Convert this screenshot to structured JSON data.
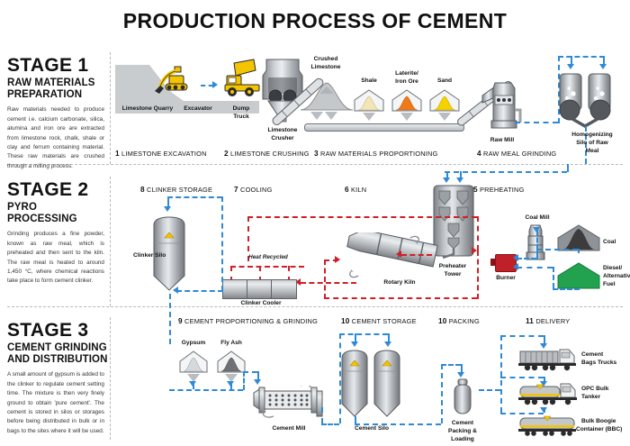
{
  "title": "PRODUCTION PROCESS OF CEMENT",
  "colors": {
    "blue_flow": "#2f8ad6",
    "red_flow": "#cf2027",
    "yellow_machine": "#f5c400",
    "green_fuel": "#22a14f",
    "coal_dark": "#3c3c3c",
    "burner_red": "#c0202a",
    "laterite_orange": "#ee7a18",
    "sand_yellow": "#f5d100",
    "shale_cream": "#f2e6b8",
    "divider": "#b9b9b9"
  },
  "stages": [
    {
      "number": "STAGE 1",
      "subtitle_line1": "RAW MATERIALS",
      "subtitle_line2": "PREPARATION",
      "body": "Raw materials needed to produce cement i.e. calcium carbonate, silica, alumina and iron ore are extracted from limestone rock, chalk, shale or clay and ferrum containing material. These raw materials are crushed through a milling process."
    },
    {
      "number": "STAGE 2",
      "subtitle_line1": "PYRO",
      "subtitle_line2": "PROCESSING",
      "body": "Grinding produces a fine powder, known as raw meal, which is preheated and then sent to the kiln. The raw meal is heated to around 1,450 °C, where chemical reactions take place to form cement clinker."
    },
    {
      "number": "STAGE 3",
      "subtitle_line1": "CEMENT GRINDING",
      "subtitle_line2": "AND DISTRIBUTION",
      "body": "A small amount of gypsum is added to the clinker to regulate cement setting time. The mixture is then very finely ground to obtain 'pure cement'. The cement is stored in silos or storages before being distributed in bulk or in bags to the sites where it will be used."
    }
  ],
  "steps": [
    {
      "num": "1",
      "label": "LIMESTONE EXCAVATION"
    },
    {
      "num": "2",
      "label": "LIMESTONE CRUSHING"
    },
    {
      "num": "3",
      "label": "RAW MATERIALS PROPORTIONING"
    },
    {
      "num": "4",
      "label": "RAW MEAL GRINDING"
    },
    {
      "num": "5",
      "label": "PREHEATING"
    },
    {
      "num": "6",
      "label": "KILN"
    },
    {
      "num": "7",
      "label": "COOLING"
    },
    {
      "num": "8",
      "label": "CLINKER STORAGE"
    },
    {
      "num": "9",
      "label": "CEMENT PROPORTIONING & GRINDING"
    },
    {
      "num": "10",
      "label": "CEMENT STORAGE"
    },
    {
      "num": "10",
      "label": "PACKING"
    },
    {
      "num": "11",
      "label": "DELIVERY"
    }
  ],
  "captions": {
    "limestone_quarry": "Limestone Quarry",
    "excavator": "Excavator",
    "dump_truck": "Dump\nTruck",
    "dump_truck_l1": "Dump",
    "dump_truck_l2": "Truck",
    "limestone_crusher_l1": "Limestone",
    "limestone_crusher_l2": "Crusher",
    "crushed_limestone_l1": "Crushed",
    "crushed_limestone_l2": "Limestone",
    "shale": "Shale",
    "laterite_l1": "Laterite/",
    "laterite_l2": "Iron Ore",
    "sand": "Sand",
    "raw_mill": "Raw Mill",
    "homogenizing_l1": "Homogenizing",
    "homogenizing_l2": "Silo of Raw",
    "homogenizing_l3": "Meal",
    "clinker_silo": "Clinker Silo",
    "clinker_cooler": "Clinker Cooler",
    "heat_recycled": "Heat Recycled",
    "rotary_kiln": "Rotary Kiln",
    "preheater_l1": "Preheater",
    "preheater_l2": "Tower",
    "coal_mill": "Coal Mill",
    "coal": "Coal",
    "burner": "Burner",
    "diesel_l1": "Diesel/",
    "diesel_l2": "Alternative",
    "diesel_l3": "Fuel",
    "gypsum": "Gypsum",
    "fly_ash": "Fly Ash",
    "cement_mill": "Cement Mill",
    "cement_silo": "Cement Silo",
    "packing_l1": "Cement",
    "packing_l2": "Packing &",
    "packing_l3": "Loading",
    "bags_trucks_l1": "Cement",
    "bags_trucks_l2": "Bags Trucks",
    "opc_l1": "OPC Bulk",
    "opc_l2": "Tanker",
    "bbc_l1": "Bulk Boogie",
    "bbc_l2": "Container (BBC)"
  }
}
